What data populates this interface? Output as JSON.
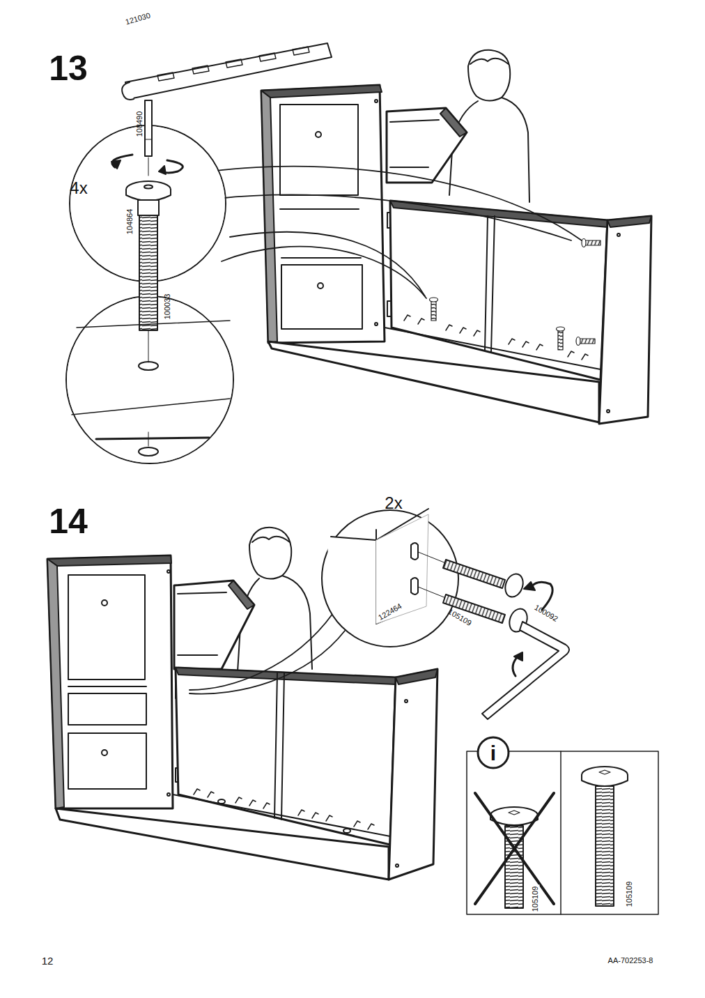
{
  "diagram": {
    "labels": [
      "13",
      "121030",
      "108490",
      "4x",
      "104864",
      "100033",
      "14",
      "2x",
      "122464",
      "105109",
      "100092",
      "i",
      "105109",
      "105109",
      "12",
      "AA-702253-8"
    ]
  }
}
